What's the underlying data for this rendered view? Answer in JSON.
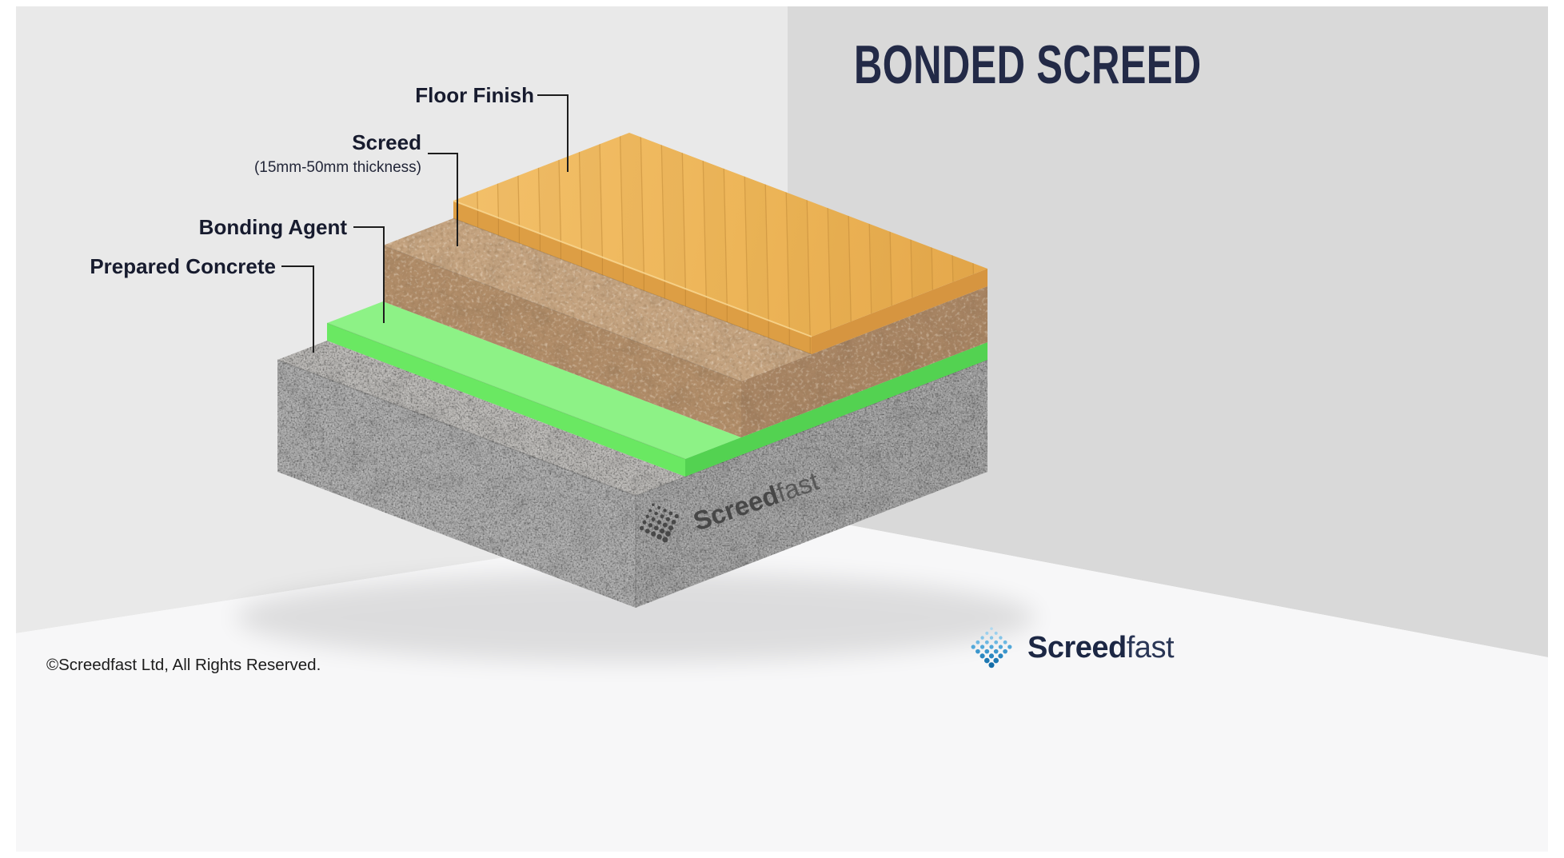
{
  "title": "BONDED SCREED",
  "layers": [
    {
      "id": "floor-finish",
      "label": "Floor Finish"
    },
    {
      "id": "screed",
      "label": "Screed",
      "sublabel": "(15mm-50mm thickness)"
    },
    {
      "id": "bonding-agent",
      "label": "Bonding Agent"
    },
    {
      "id": "prepared-concrete",
      "label": "Prepared Concrete"
    }
  ],
  "watermark": {
    "bold": "Screed",
    "light": "fast"
  },
  "logo": {
    "bold": "Screed",
    "light": "fast"
  },
  "copyright": "©Screedfast Ltd, All Rights Reserved.",
  "colors": {
    "title_navy": "#232a47",
    "logo_blue": "#2f93cf",
    "wood_finish": "#eeb55d",
    "screed_tan": "#b08c68",
    "bonding_green": "#6ae862",
    "concrete_gray": "#a7a7a7",
    "wall_left": "#e9e9e9",
    "wall_right": "#d9d9d9",
    "floor": "#f7f7f8"
  }
}
